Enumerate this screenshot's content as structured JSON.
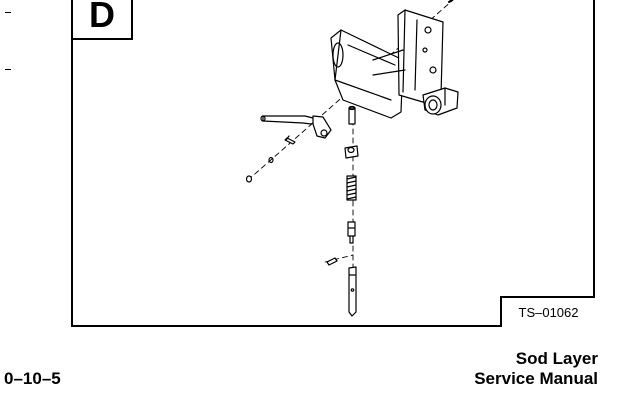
{
  "figure": {
    "label": "D",
    "reference_code": "TS–01062"
  },
  "footer": {
    "page_number": "0–10–5",
    "manual_title_line1": "Sod Layer",
    "manual_title_line2": "Service Manual"
  },
  "colors": {
    "ink": "#000000",
    "paper": "#ffffff"
  }
}
